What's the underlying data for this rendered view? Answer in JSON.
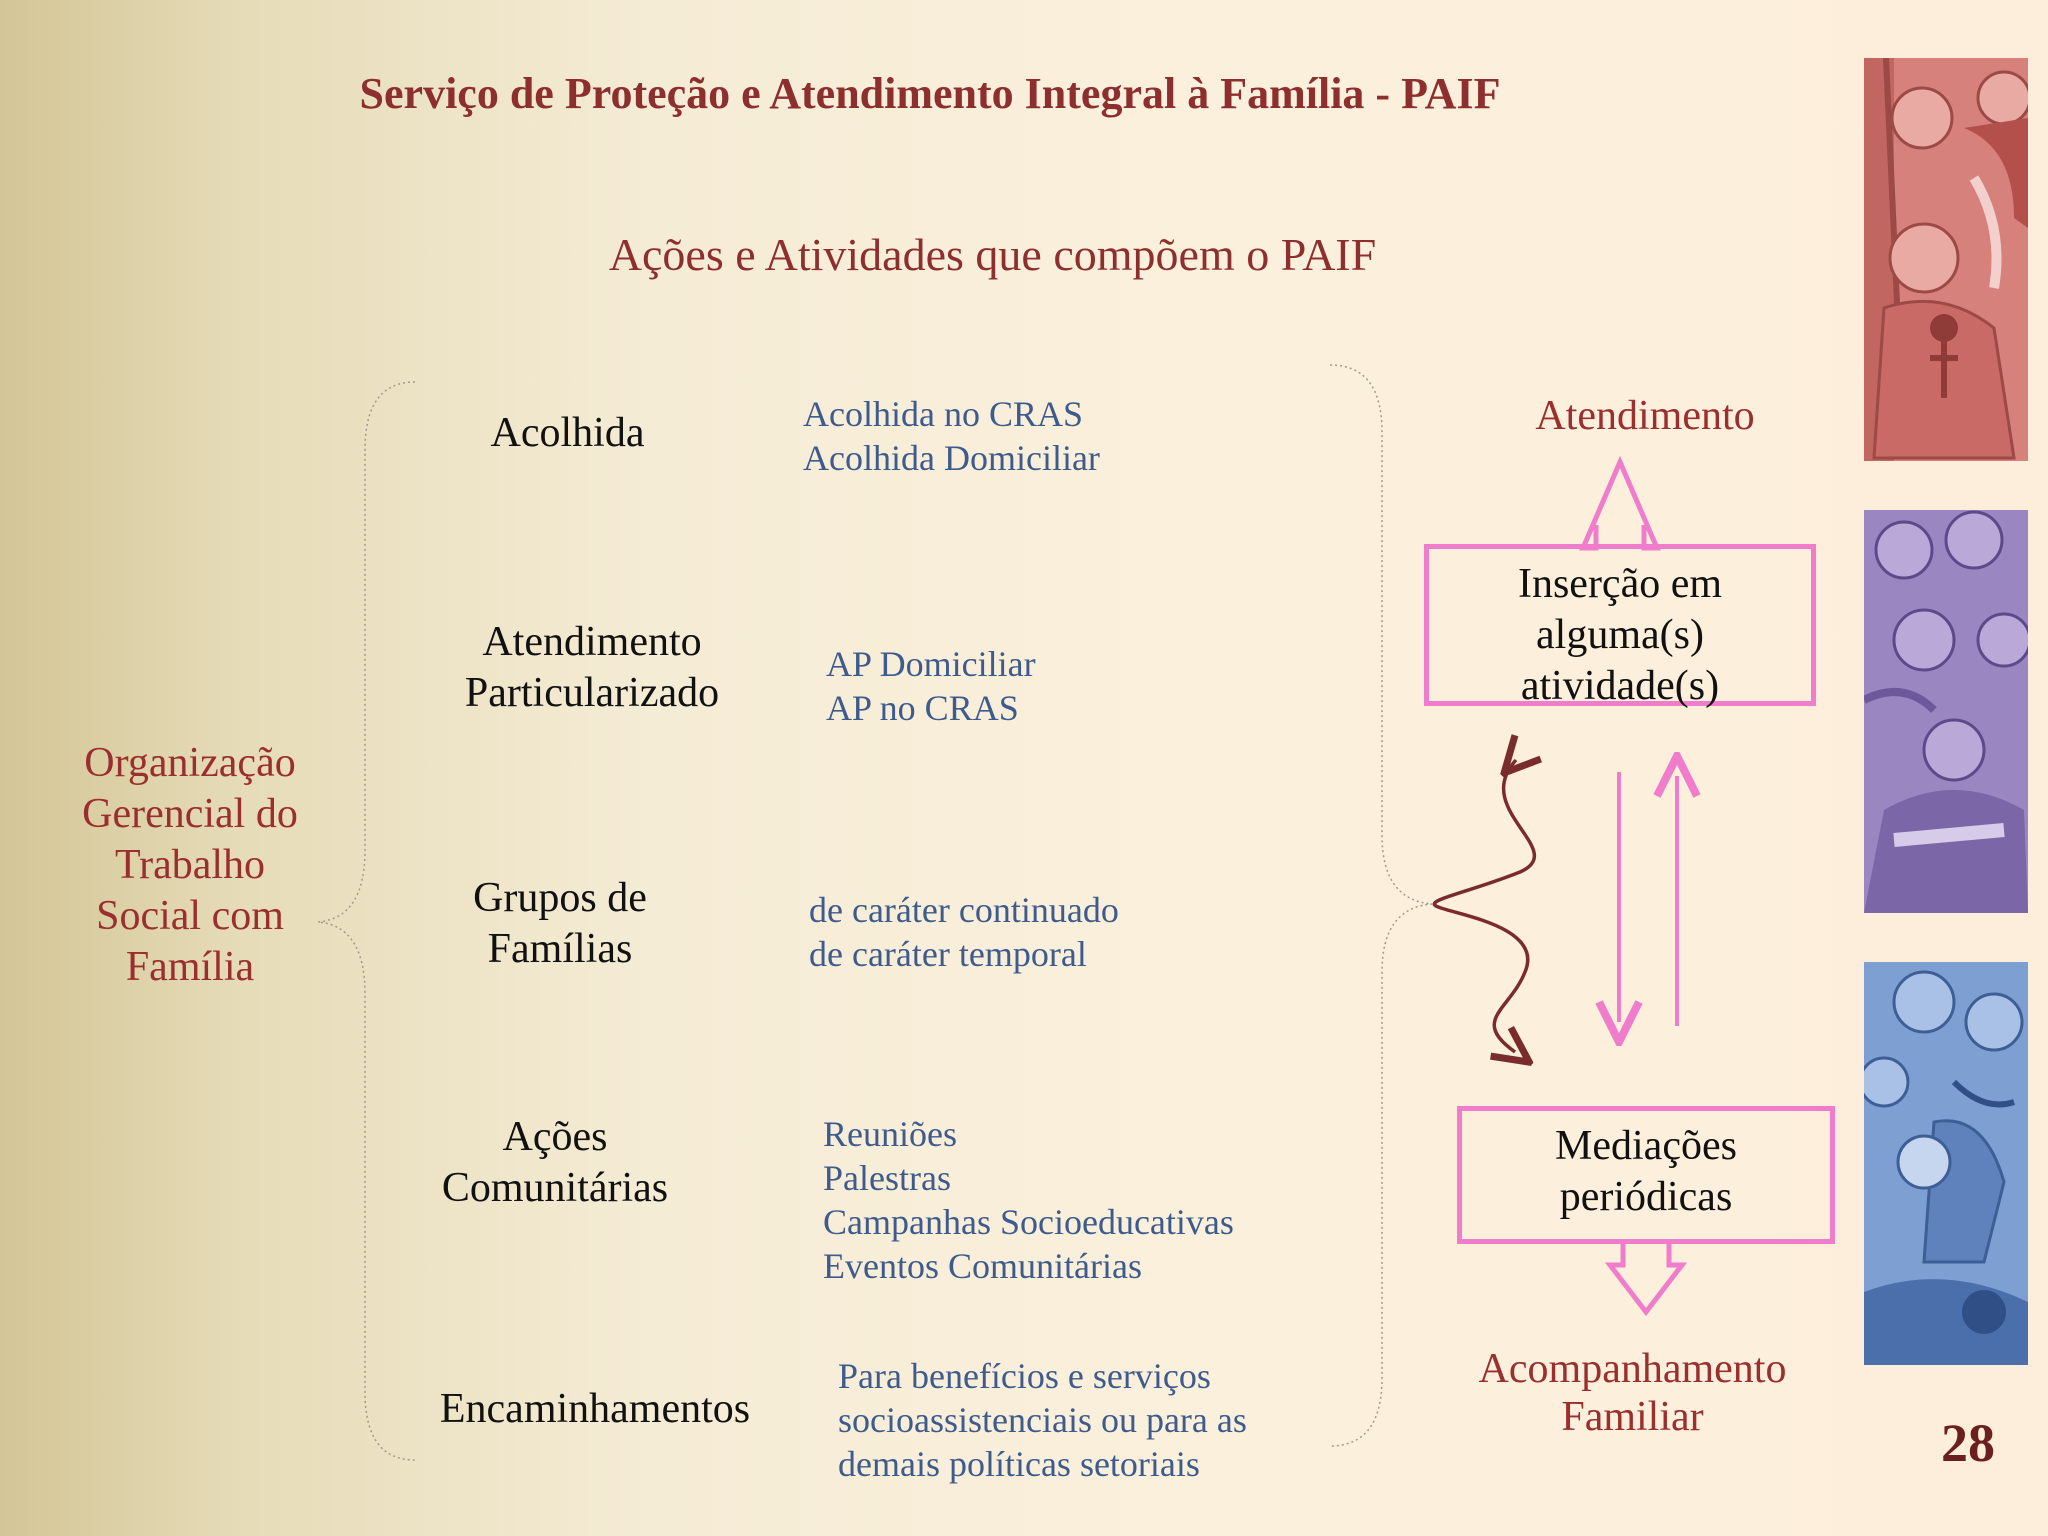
{
  "slide": {
    "title": "Serviço de Proteção e Atendimento Integral à Família - PAIF",
    "subtitle": "Ações e Atividades que compõem o PAIF",
    "page_number": "28"
  },
  "left_label": [
    "Organização",
    "Gerencial do",
    "Trabalho",
    "Social com",
    "Família"
  ],
  "activities": [
    {
      "name": [
        "Acolhida"
      ],
      "details": [
        "Acolhida no CRAS",
        "Acolhida Domiciliar"
      ]
    },
    {
      "name": [
        "Atendimento",
        "Particularizado"
      ],
      "details": [
        "AP Domiciliar",
        "AP no CRAS"
      ]
    },
    {
      "name": [
        "Grupos de",
        "Famílias"
      ],
      "details": [
        "de caráter continuado",
        "de caráter temporal"
      ]
    },
    {
      "name": [
        "Ações",
        "Comunitárias"
      ],
      "details": [
        "Reuniões",
        "Palestras",
        "Campanhas Socioeducativas",
        "Eventos Comunitárias"
      ]
    },
    {
      "name": [
        "Encaminhamentos"
      ],
      "details": [
        "Para benefícios e serviços",
        "socioassistenciais ou para as",
        "demais políticas setoriais"
      ]
    }
  ],
  "flow": {
    "top_label": "Atendimento",
    "top_box": [
      "Inserção em",
      "alguma(s)",
      "atividade(s)"
    ],
    "bottom_box": [
      "Mediações",
      "periódicas"
    ],
    "bottom_label": [
      "Acompanhamento",
      "Familiar"
    ]
  },
  "colors": {
    "title": "#8e2f2f",
    "detail_text": "#3d5b8c",
    "box_border": "#f07dcb",
    "wavy_arrow": "#7a2c2c",
    "art_red": "#c96a66",
    "art_purple": "#8a75b3",
    "art_blue": "#5f82bd"
  }
}
